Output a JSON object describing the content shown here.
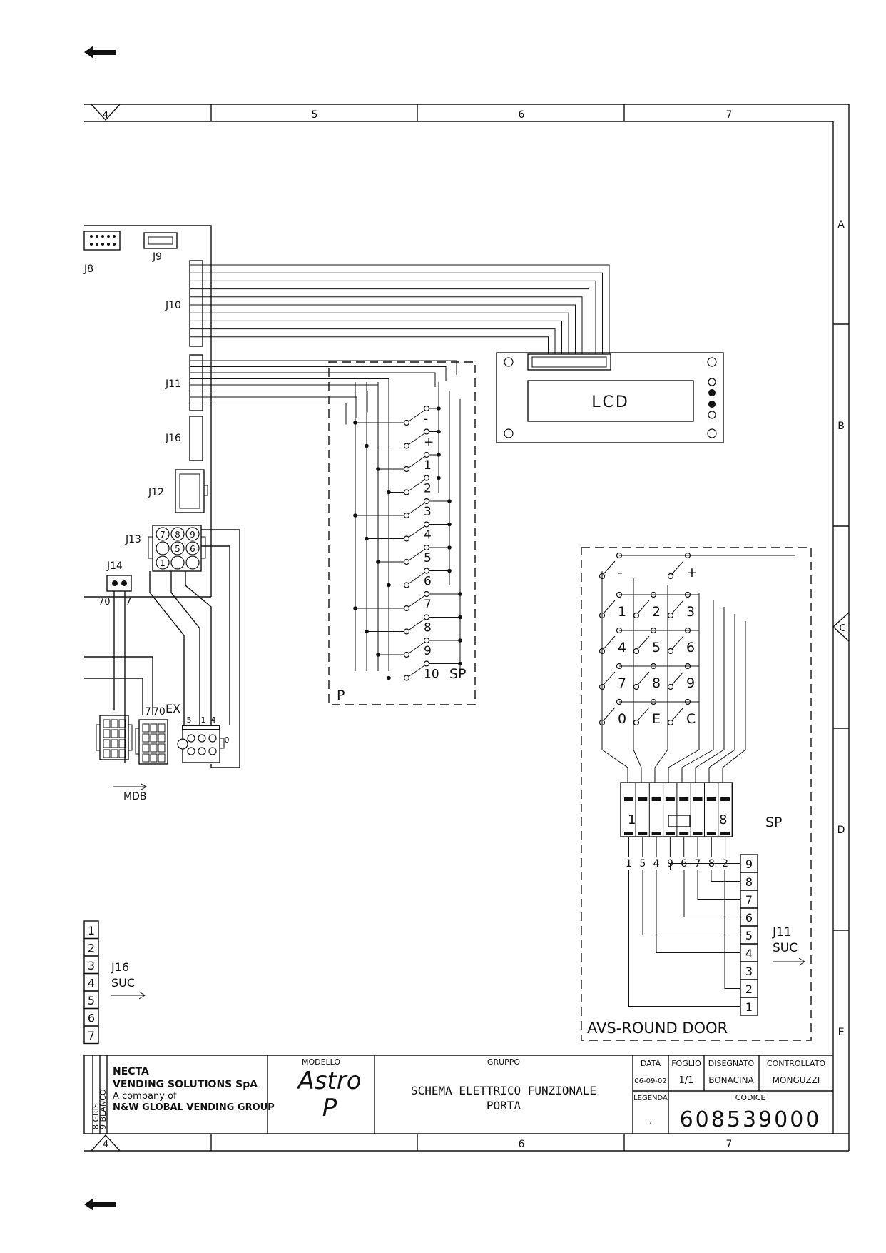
{
  "nav": {
    "back_arrow_top": "back-arrow",
    "back_arrow_bottom": "back-arrow"
  },
  "frame": {
    "columns_top": [
      "4",
      "5",
      "6",
      "7"
    ],
    "columns_bottom": [
      "4",
      "6",
      "7"
    ],
    "rows": [
      "A",
      "B",
      "C",
      "D",
      "E"
    ]
  },
  "connectors": {
    "j8": "J8",
    "j9": "J9",
    "j10": "J10",
    "j11": "J11",
    "j16": "J16",
    "j12": "J12",
    "j13": "J13",
    "j14": "J14",
    "j14_pins": [
      "70",
      "7"
    ],
    "j13_pins": [
      "7",
      "8",
      "9",
      "5",
      "6",
      "1"
    ],
    "ex": "EX",
    "ex_pins": [
      "7",
      "70"
    ],
    "mdb": "MDB",
    "conn_pins": [
      "5",
      "1",
      "4",
      "0"
    ]
  },
  "lcd": {
    "label": "LCD"
  },
  "keypad_p": {
    "keys": [
      "-",
      "+",
      "1",
      "2",
      "3",
      "4",
      "5",
      "6",
      "7",
      "8",
      "9",
      "10"
    ],
    "sp": "SP",
    "p": "P"
  },
  "keypad_round": {
    "keys": [
      "-",
      "+",
      "1",
      "2",
      "3",
      "4",
      "5",
      "6",
      "7",
      "8",
      "9",
      "0",
      "E",
      "C"
    ],
    "connector_1": "1",
    "connector_8": "8",
    "bottom_pins": [
      "1",
      "5",
      "4",
      "9",
      "6",
      "7",
      "8",
      "2"
    ],
    "sp": "SP",
    "terminals": [
      "9",
      "8",
      "7",
      "6",
      "5",
      "4",
      "3",
      "2",
      "1"
    ],
    "j11": "J11",
    "suc": "SUC",
    "title": "AVS-ROUND DOOR"
  },
  "left_legend": {
    "numbers": [
      "1",
      "2",
      "3",
      "4",
      "5",
      "6",
      "7"
    ],
    "j16": "J16",
    "suc": "SUC"
  },
  "title_block": {
    "vertical_colors": [
      "8 GRIS",
      "9 BLANCO"
    ],
    "company_1": "NECTA",
    "company_2": "VENDING SOLUTIONS SpA",
    "company_3": "A company of",
    "company_4": "N&W GLOBAL VENDING GROUP",
    "modello_label": "MODELLO",
    "model_1": "Astro",
    "model_2": "P",
    "gruppo_label": "GRUPPO",
    "gruppo_1": "SCHEMA ELETTRICO FUNZIONALE",
    "gruppo_2": "PORTA",
    "data_label": "DATA",
    "data_value": "06-09-02",
    "foglio_label": "FOGLIO",
    "foglio_value": "1/1",
    "disegnato_label": "DISEGNATO",
    "disegnato_value": "BONACINA",
    "controllato_label": "CONTROLLATO",
    "controllato_value": "MONGUZZI",
    "legenda_label": "LEGENDA",
    "legenda_value": ".",
    "codice_label": "CODICE",
    "codice_value": "608539000"
  }
}
